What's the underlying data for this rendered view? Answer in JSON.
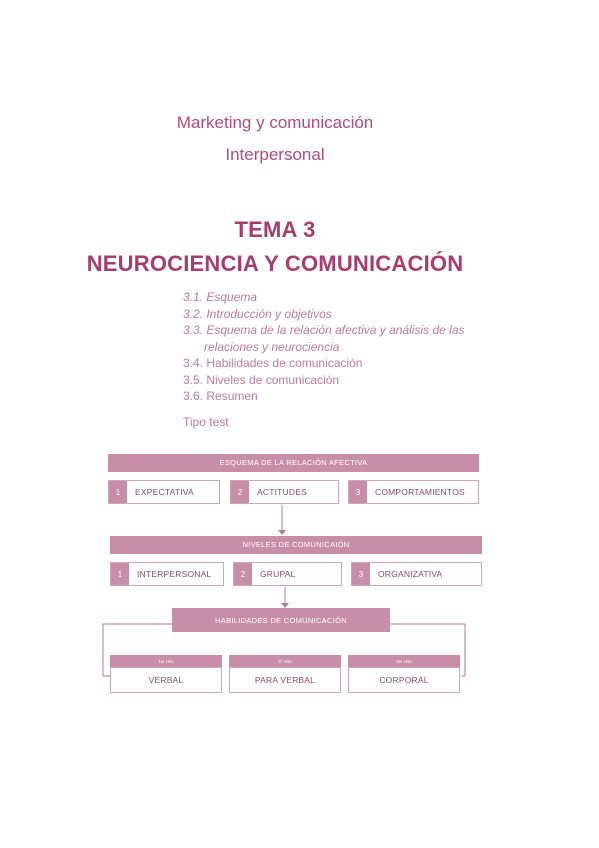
{
  "header": {
    "subject_line1": "Marketing y  comunicación",
    "subject_line2": "Interpersonal",
    "tema_number": "TEMA 3",
    "tema_title": "NEUROCIENCIA Y COMUNICACIÓN"
  },
  "toc": [
    {
      "text": "3.1.  Esquema",
      "italic": true
    },
    {
      "text": "3.2.  Introducción y objetivos",
      "italic": true
    },
    {
      "text": "3.3.  Esquema de la relación afectiva y análisis de las",
      "italic": true
    },
    {
      "text": "relaciones y neurociencia",
      "italic": true,
      "continuation": true
    },
    {
      "text": "3.4.  Habilidades de comunicación",
      "italic": false
    },
    {
      "text": "3.5.  Niveles de comunicación",
      "italic": false
    },
    {
      "text": "3.6.  Resumen",
      "italic": false
    }
  ],
  "tipo_test": "Tipo test",
  "diagram": {
    "esquema": {
      "title": "ESQUEMA DE LA RELACIÓN AFECTIVA",
      "items": [
        {
          "num": "1",
          "label": "EXPECTATIVA"
        },
        {
          "num": "2",
          "label": "ACTITUDES"
        },
        {
          "num": "3",
          "label": "COMPORTAMIENTOS"
        }
      ]
    },
    "niveles": {
      "title": "NIVELES DE COMUNICAIÓN",
      "items": [
        {
          "num": "1",
          "label": "INTERPERSONAL"
        },
        {
          "num": "2",
          "label": "GRUPAL"
        },
        {
          "num": "3",
          "label": "ORGANIZATIVA"
        }
      ]
    },
    "habilidades": {
      "title": "HABILIDADES DE COMUNICACIÓN",
      "items": [
        {
          "hito": "1er Hito",
          "label": "VERBAL"
        },
        {
          "hito": "2º Hito",
          "label": "PARA VERBAL"
        },
        {
          "hito": "3er Hito",
          "label": "CORPORAL"
        }
      ]
    },
    "colors": {
      "accent": "#c98ea7",
      "border": "#cfa7b9",
      "title": "#a83d6d"
    }
  }
}
